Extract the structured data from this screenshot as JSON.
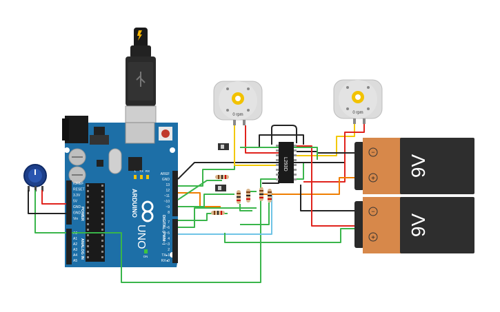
{
  "arduino": {
    "brand": "ARDUINO",
    "model": "UNO",
    "power_header": "POWER",
    "analog_header": "ANALOG IN",
    "digital_header": "DIGITAL (PWM~)",
    "power_pins": [
      "IOREF",
      "RESET",
      "3.3V",
      "5V",
      "GND",
      "GND",
      "Vin"
    ],
    "analog_pins": [
      "A0",
      "A1",
      "A2",
      "A3",
      "A4",
      "A5"
    ],
    "digital_top": [
      "AREF",
      "GND",
      "13",
      "12",
      "~11",
      "~10",
      "~9",
      "8"
    ],
    "digital_bottom": [
      "7",
      "~6",
      "~5",
      "4",
      "~3",
      "2",
      "TX▸1",
      "RX◂0"
    ],
    "led_labels": [
      "L",
      "TX",
      "RX",
      "ON"
    ]
  },
  "motors": [
    {
      "speed_label": "0 rpm"
    },
    {
      "speed_label": "0 rpm"
    }
  ],
  "ic": {
    "label": "L293D"
  },
  "batteries": [
    {
      "voltage_label": "9V",
      "minus": "−",
      "plus": "+"
    },
    {
      "voltage_label": "9V",
      "minus": "−",
      "plus": "+"
    }
  ],
  "colors": {
    "board": "#1d6fa7",
    "wire_red": "#e0221c",
    "wire_black": "#222222",
    "wire_green": "#39b54a",
    "wire_yellow": "#f2c800",
    "wire_orange": "#ef7d00",
    "wire_lightblue": "#6ec3e6",
    "battery_orange": "#d7884a",
    "battery_black": "#2e2e2e"
  }
}
